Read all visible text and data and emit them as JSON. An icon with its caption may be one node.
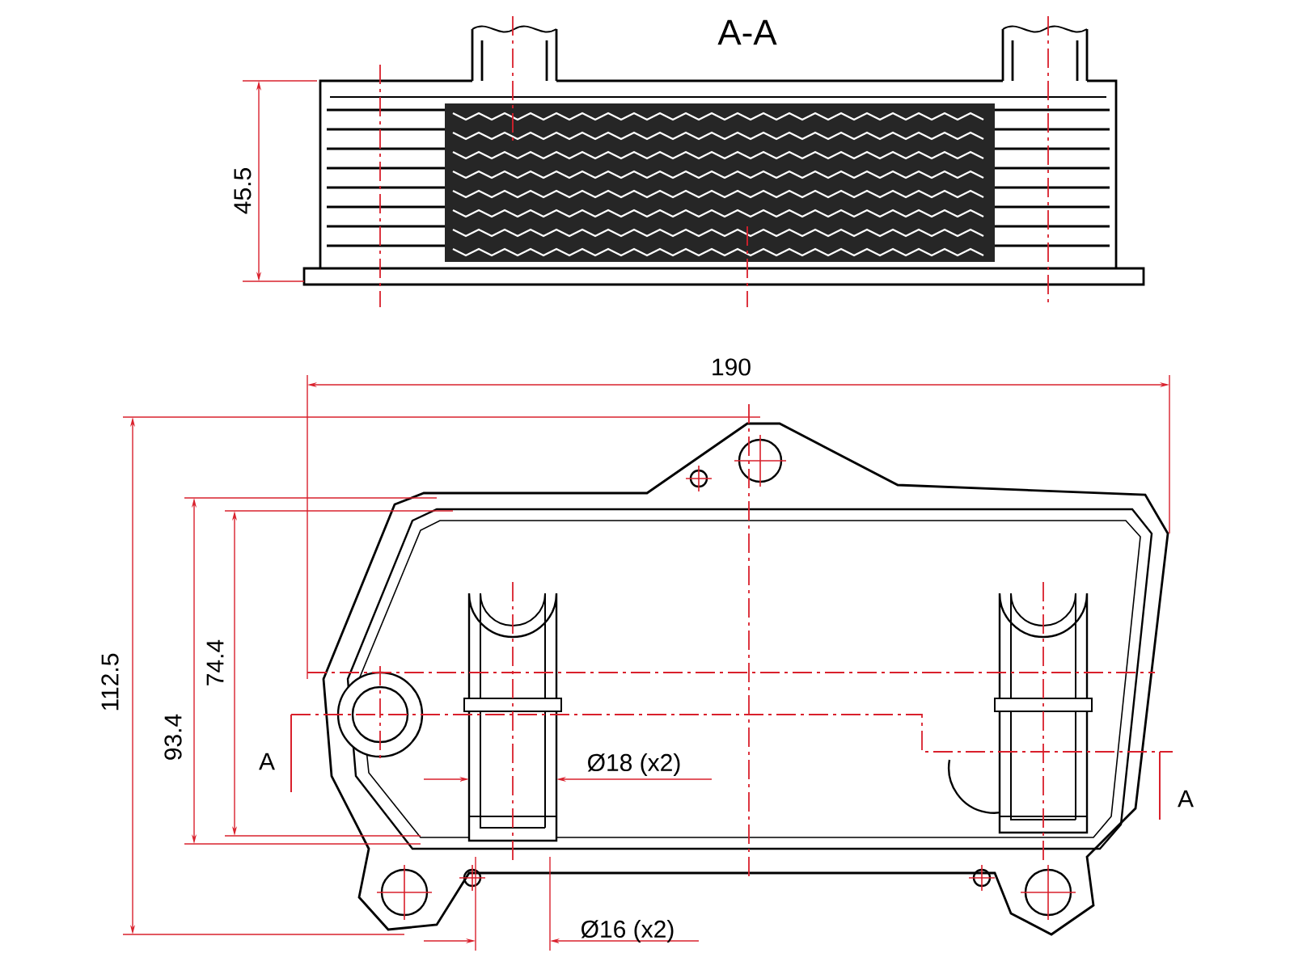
{
  "diagram": {
    "labels": [
      "A-A",
      "45.5",
      "190",
      "112.5",
      "93.4",
      "74.4",
      "A",
      "Ø18 (x2)",
      "A",
      "Ø16 (x2)"
    ]
  }
}
